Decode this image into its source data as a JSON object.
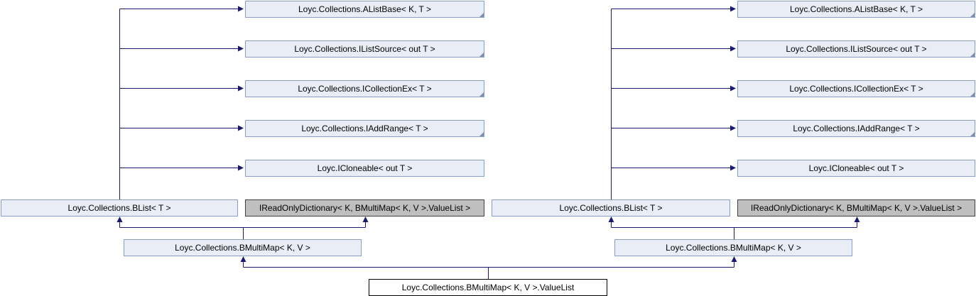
{
  "diagram": {
    "left": {
      "bases": [
        {
          "label": "Loyc.Collections.AListBase< K, T >"
        },
        {
          "label": "Loyc.Collections.IListSource< out T >"
        },
        {
          "label": "Loyc.Collections.ICollectionEx< T >"
        },
        {
          "label": "Loyc.Collections.IAddRange< T >"
        },
        {
          "label": "Loyc.ICloneable< out T >"
        }
      ],
      "blist": {
        "label": "Loyc.Collections.BList< T >"
      },
      "readonly_dict": {
        "label": "IReadOnlyDictionary< K, BMultiMap< K, V >.ValueList >"
      },
      "bmultimap": {
        "label": "Loyc.Collections.BMultiMap< K, V >"
      }
    },
    "right": {
      "bases": [
        {
          "label": "Loyc.Collections.AListBase< K, T >"
        },
        {
          "label": "Loyc.Collections.IListSource< out T >"
        },
        {
          "label": "Loyc.Collections.ICollectionEx< T >"
        },
        {
          "label": "Loyc.Collections.IAddRange< T >"
        },
        {
          "label": "Loyc.ICloneable< out T >"
        }
      ],
      "blist": {
        "label": "Loyc.Collections.BList< T >"
      },
      "readonly_dict": {
        "label": "IReadOnlyDictionary< K, BMultiMap< K, V >.ValueList >"
      },
      "bmultimap": {
        "label": "Loyc.Collections.BMultiMap< K, V >"
      }
    },
    "main": {
      "label": "Loyc.Collections.BMultiMap< K, V >.ValueList"
    },
    "colors": {
      "edge": "#191970",
      "node_fill": "#e8edf6",
      "node_border": "#8a9dc4",
      "external_fill": "#bfbfbf"
    }
  }
}
